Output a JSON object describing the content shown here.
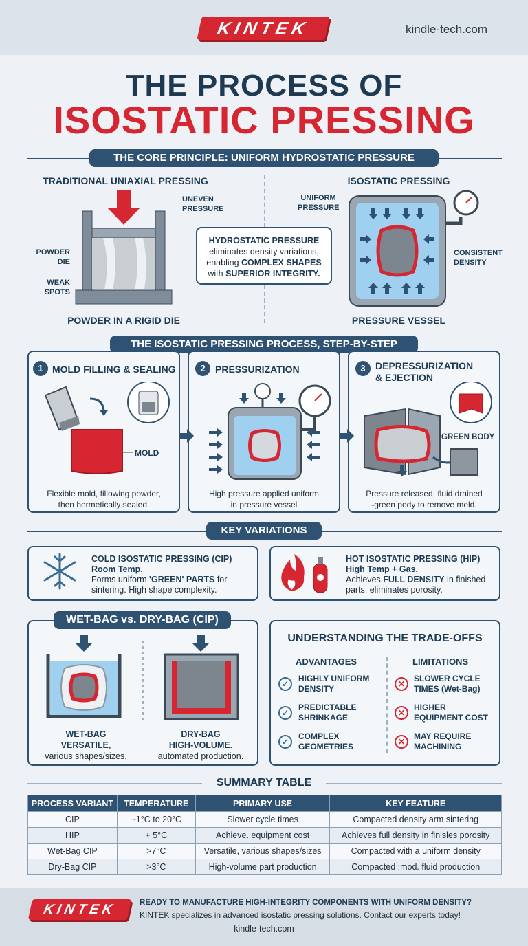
{
  "header": {
    "brand": "KINTEK",
    "site": "kindle-tech.com"
  },
  "title": {
    "line1": "THE PROCESS OF",
    "line2": "ISOSTATIC PRESSING"
  },
  "principle": {
    "banner": "THE CORE PRINCIPLE: UNIFORM HYDROSTATIC PRESSURE",
    "left_title": "TRADITIONAL UNIAXIAL PRESSING",
    "left_labels": {
      "uneven": "UNEVEN",
      "pressure": "PRESSURE",
      "powder": "POWDER",
      "die": "DIE",
      "weak": "WEAK",
      "spots": "SPOTS"
    },
    "left_caption": "POWDER IN A RIGID DIE",
    "right_title": "ISOSTATIC PRESSING",
    "right_labels": {
      "uniform": "UNIFORM",
      "pressure": "PRESSURE",
      "consistent": "CONSISTENT",
      "density": "DENSITY"
    },
    "right_caption": "PRESSURE VESSEL",
    "center": {
      "l1a": "HYDROSTATIC PRESSURE",
      "l2": "eliminates density variations,",
      "l3a": "enabling ",
      "l3b": "COMPLEX SHAPES",
      "l4a": "with ",
      "l4b": "SUPERIOR INTEGRITY."
    }
  },
  "process": {
    "banner": "THE ISOSTATIC PRESSING PROCESS, STEP-BY-STEP",
    "steps": [
      {
        "num": "1",
        "title": "MOLD FILLING & SEALING",
        "label": "MOLD",
        "desc1": "Flexible mold, fillowing powder,",
        "desc2": "then hermetically sealed."
      },
      {
        "num": "2",
        "title": "PRESSURIZATION",
        "desc1": "High pressure applied uniform",
        "desc2": "in pressure vessel"
      },
      {
        "num": "3",
        "title": "DEPRESSURIZATION",
        "title2": "& EJECTION",
        "label": "GREEN BODY",
        "desc1": "Pressure released, fluid drained",
        "desc2": "-green pody to remove meld."
      }
    ]
  },
  "variations": {
    "banner": "KEY VARIATIONS",
    "cip": {
      "title": "COLD ISOSTATIC PRESSING (CIP)",
      "sub": "Room Temp.",
      "d1a": "Forms uniform ",
      "d1b": "'GREEN' PARTS",
      "d1c": " for",
      "d2": "sintering. High shape complexity."
    },
    "hip": {
      "title": "HOT ISOSTATIC PRESSING (HIP)",
      "sub": "High Temp + Gas.",
      "d1a": "Achieves ",
      "d1b": "FULL DENSITY",
      "d1c": " in finished",
      "d2": "parts, eliminates porosity."
    }
  },
  "bags": {
    "banner": "WET-BAG vs. DRY-BAG (CIP)",
    "wet": {
      "t1": "WET-BAG",
      "t2": "VERSATILE,",
      "t3": "various shapes/sizes."
    },
    "dry": {
      "t1": "DRY-BAG",
      "t2": "HIGH-VOLUME.",
      "t3": "automated production."
    }
  },
  "tradeoffs": {
    "title": "UNDERSTANDING THE TRADE-OFFS",
    "adv_head": "ADVANTAGES",
    "lim_head": "LIMITATIONS",
    "advantages": [
      [
        "HIGHLY UNIFORM",
        "DENSITY"
      ],
      [
        "PREDICTABLE",
        "SHRINKAGE"
      ],
      [
        "COMPLEX",
        "GEOMETRIES"
      ]
    ],
    "limitations": [
      [
        "SLOWER CYCLE",
        "TIMES (Wet-Bag)"
      ],
      [
        "HIGHER",
        "EQUIPMENT COST"
      ],
      [
        "MAY REQUIRE",
        "MACHINING"
      ]
    ]
  },
  "summary": {
    "title": "SUMMARY TABLE",
    "headers": [
      "PROCESS VARIANT",
      "TEMPERATURE",
      "PRIMARY USE",
      "KEY FEATURE"
    ],
    "rows": [
      [
        "CIP",
        "~1°C to 20°C",
        "Slower cycle times",
        "Compacted density arm sintering"
      ],
      [
        "HIP",
        "+ 5°C",
        "Achieve. equipment cost",
        "Achieves full density in finisles porosity"
      ],
      [
        "Wet-Bag CIP",
        ">7°C",
        "Versatile, various shapes/sizes",
        "Compacted with a uniform density"
      ],
      [
        "Dry-Bag CIP",
        ">3°C",
        "High-volume part production",
        "Compacted ;mod. fluid production"
      ]
    ]
  },
  "footer": {
    "brand": "KINTEK",
    "headline": "READY TO MANUFACTURE HIGH-INTEGRITY COMPONENTS WITH UNIFORM DENSITY?",
    "sub": "KINTEK specializes in advanced isostatic pressing solutions. Contact our experts today!",
    "site": "kindle-tech.com"
  },
  "colors": {
    "navy": "#1d3a52",
    "banner": "#2f5272",
    "red": "#d62631",
    "water": "#9fd0ef"
  }
}
